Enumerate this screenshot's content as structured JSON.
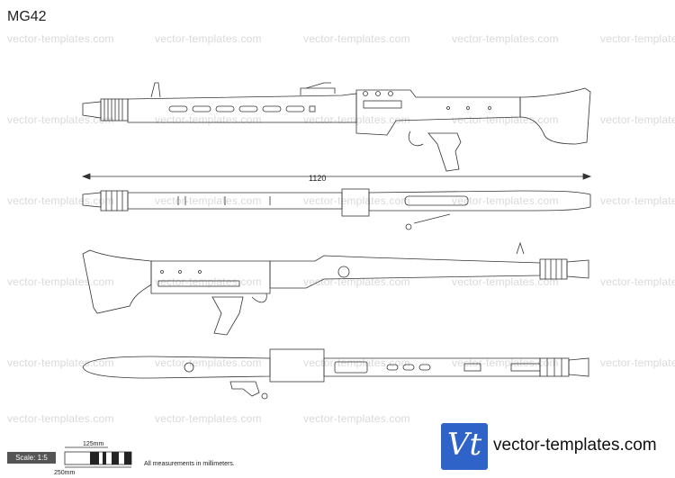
{
  "title": "MG42",
  "watermark": "vector-templates.com",
  "overall_length": "1120",
  "scale_label": "Scale: 1:5",
  "scale_125": "125mm",
  "scale_250": "250mm",
  "note": "All measurements in millimeters.",
  "logo_letters": "Vt",
  "site_name": "vector-templates.com",
  "colors": {
    "logo": "#2f63c8",
    "line": "#333333",
    "watermark": "#d9d9d9"
  }
}
